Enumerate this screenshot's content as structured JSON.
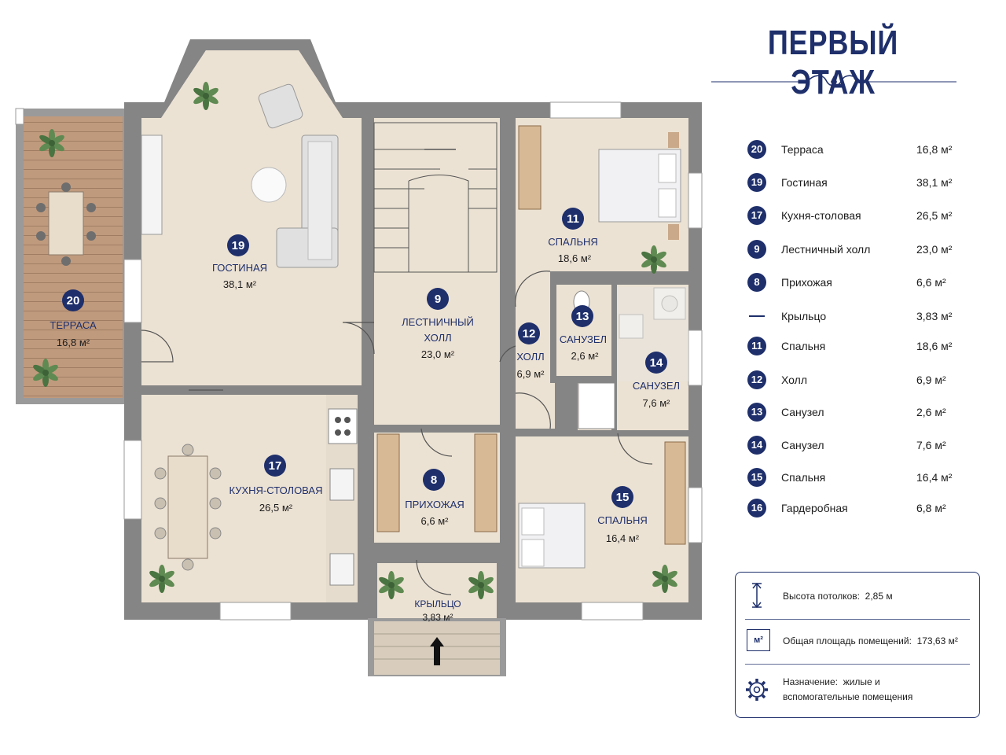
{
  "title": "ПЕРВЫЙ ЭТАЖ",
  "rooms": {
    "r20": {
      "num": "20",
      "name": "ТЕРРАСА",
      "area": "16,8 м²"
    },
    "r19": {
      "num": "19",
      "name": "ГОСТИНАЯ",
      "area": "38,1 м²"
    },
    "r9": {
      "num": "9",
      "name1": "ЛЕСТНИЧНЫЙ",
      "name2": "ХОЛЛ",
      "area": "23,0 м²"
    },
    "r11": {
      "num": "11",
      "name": "СПАЛЬНЯ",
      "area": "18,6 м²"
    },
    "r13": {
      "num": "13",
      "name": "САНУЗЕЛ",
      "area": "2,6 м²"
    },
    "r12": {
      "num": "12",
      "name": "ХОЛЛ",
      "area": "6,9 м²"
    },
    "r14": {
      "num": "14",
      "name": "САНУЗЕЛ",
      "area": "7,6 м²"
    },
    "r17": {
      "num": "17",
      "name": "КУХНЯ-СТОЛОВАЯ",
      "area": "26,5 м²"
    },
    "r8": {
      "num": "8",
      "name": "ПРИХОЖАЯ",
      "area": "6,6 м²"
    },
    "r15": {
      "num": "15",
      "name": "СПАЛЬНЯ",
      "area": "16,4 м²"
    },
    "porch": {
      "name": "КРЫЛЬЦО",
      "area": "3,83 м²"
    }
  },
  "legend": [
    {
      "num": "20",
      "name": "Терраса",
      "area": "16,8 м²"
    },
    {
      "num": "19",
      "name": "Гостиная",
      "area": "38,1 м²"
    },
    {
      "num": "17",
      "name": "Кухня-столовая",
      "area": "26,5 м²"
    },
    {
      "num": "9",
      "name": "Лестничный холл",
      "area": "23,0 м²"
    },
    {
      "num": "8",
      "name": "Прихожая",
      "area": "6,6 м²"
    },
    {
      "num": "",
      "name": "Крыльцо",
      "area": "3,83 м²"
    },
    {
      "num": "11",
      "name": "Спальня",
      "area": "18,6 м²"
    },
    {
      "num": "12",
      "name": "Холл",
      "area": "6,9 м²"
    },
    {
      "num": "13",
      "name": "Санузел",
      "area": "2,6 м²"
    },
    {
      "num": "14",
      "name": "Санузел",
      "area": "7,6 м²"
    },
    {
      "num": "15",
      "name": "Спальня",
      "area": "16,4 м²"
    },
    {
      "num": "16",
      "name": "Гардеробная",
      "area": "6,8 м²"
    }
  ],
  "info": {
    "height_label": "Высота потолков:",
    "height_value": "2,85 м",
    "area_icon_text": "м²",
    "area_label": "Общая площадь помещений:",
    "area_value": "173,63 м²",
    "purpose_label": "Назначение:",
    "purpose_value1": "жилые и",
    "purpose_value2": "вспомогательные помещения"
  },
  "colors": {
    "wall": "#858585",
    "floor": "#ece2d3",
    "terrace": "#c09a7d",
    "accent": "#1e2f6b",
    "plant": "#5f8a52"
  }
}
